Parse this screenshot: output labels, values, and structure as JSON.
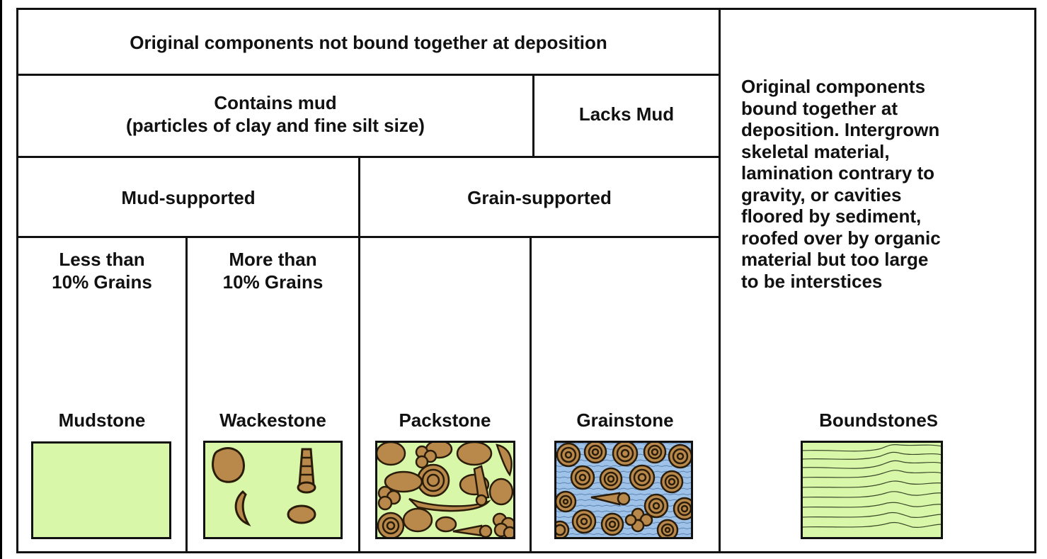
{
  "header": {
    "not_bound": "Original components not bound together at deposition",
    "contains_mud_line1": "Contains mud",
    "contains_mud_line2": "(particles of clay and fine silt size)",
    "lacks_mud": "Lacks Mud",
    "mud_supported": "Mud-supported",
    "grain_supported": "Grain-supported",
    "less_than_line1": "Less than",
    "less_than_line2": "10% Grains",
    "more_than_line1": "More than",
    "more_than_line2": "10% Grains"
  },
  "bound_description": [
    "Original components",
    "bound together at",
    "deposition. Intergrown",
    "skeletal material,",
    "lamination contrary to",
    "gravity, or cavities",
    "floored by sediment,",
    "roofed over by organic",
    "material but too large",
    "to be interstices"
  ],
  "rocks": {
    "mudstone": "Mudstone",
    "wackestone": "Wackestone",
    "packstone": "Packstone",
    "grainstone": "Grainstone",
    "boundstone": "Boundstone",
    "boundstone_suffix": "S"
  },
  "colors": {
    "mud_matrix": "#d9f7a8",
    "grain_fill": "#b8894a",
    "grain_outline": "#2a1c0a",
    "cement_blue": "#9fc3e8",
    "line": "#111111"
  }
}
